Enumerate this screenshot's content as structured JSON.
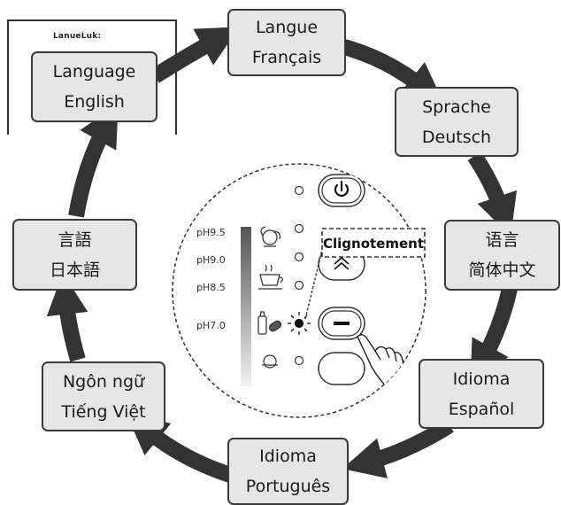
{
  "frame_label": "LanueLuk:",
  "boxes": {
    "english": {
      "title": "Language",
      "value": "English"
    },
    "french": {
      "title": "Langue",
      "value": "Français"
    },
    "german": {
      "title": "Sprache",
      "value": "Deutsch"
    },
    "chinese": {
      "title": "语言",
      "value": "简体中文"
    },
    "spanish": {
      "title": "Idioma",
      "value": "Español"
    },
    "portuguese": {
      "title": "Idioma",
      "value": "Português"
    },
    "vietnamese": {
      "title": "Ngôn ngữ",
      "value": "Tiếng Việt"
    },
    "japanese": {
      "title": "言語",
      "value": "日本語"
    }
  },
  "panel": {
    "ph_labels": [
      "pH9.5",
      "pH9.0",
      "pH8.5",
      "pH7.0"
    ],
    "callout": "Clignotement"
  },
  "icons": [
    "power-icon",
    "chevron-up-icon",
    "minus-icon",
    "pointing-hand-icon",
    "baby-bottle-icon",
    "coffee-cup-icon",
    "sparkle-icon",
    "person-face-icon",
    "blink-indicator-icon"
  ],
  "colors": {
    "box_fill": "#e6e6e6",
    "arrow": "#333333",
    "border": "#3a3a3a"
  }
}
